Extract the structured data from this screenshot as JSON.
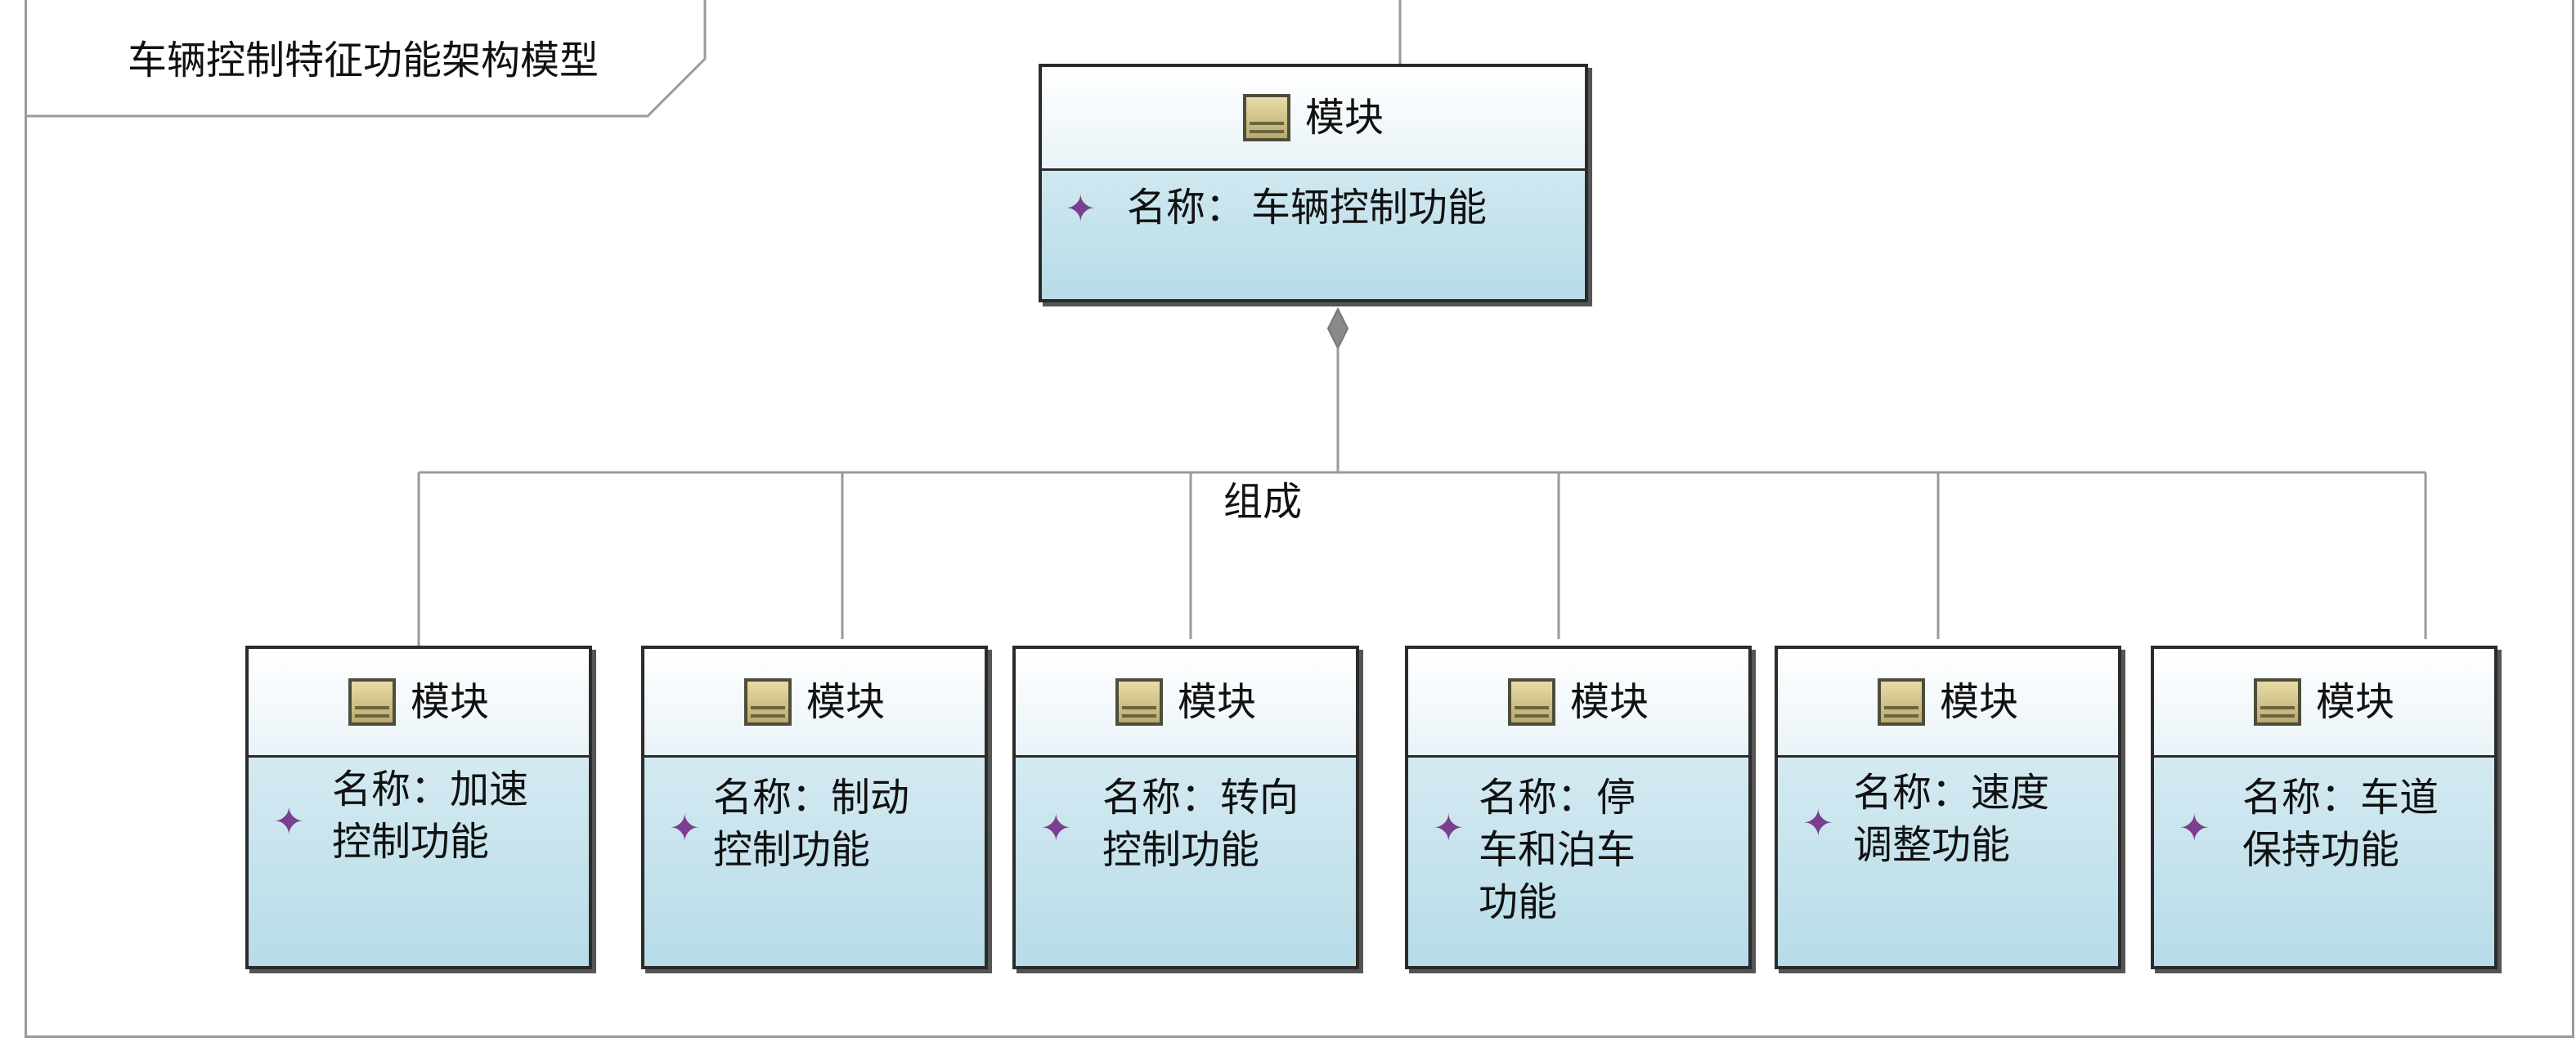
{
  "frame": {
    "title": "车辆控制特征功能架构模型"
  },
  "root_block": {
    "stereotype": "模块",
    "name_label": "名称：",
    "name": "车辆控制功能",
    "icon": "block-icon",
    "attribute_icon": "purple-diamond-star-icon"
  },
  "relation": {
    "label": "组成",
    "type": "composition"
  },
  "child_blocks": [
    {
      "stereotype": "模块",
      "text": "名称：加速\n控制功能"
    },
    {
      "stereotype": "模块",
      "text": "名称：制动\n控制功能"
    },
    {
      "stereotype": "模块",
      "text": "名称：转向\n控制功能"
    },
    {
      "stereotype": "模块",
      "text": "名称：停\n车和泊车\n功能"
    },
    {
      "stereotype": "模块",
      "text": "名称：速度\n调整功能"
    },
    {
      "stereotype": "模块",
      "text": "名称：车道\n保持功能"
    }
  ],
  "colors": {
    "block_fill_top": "#e4f1f6",
    "block_fill_bottom": "#b7dce8",
    "attribute_icon": "#7b3f8f",
    "lines": "#9a9a9a"
  }
}
